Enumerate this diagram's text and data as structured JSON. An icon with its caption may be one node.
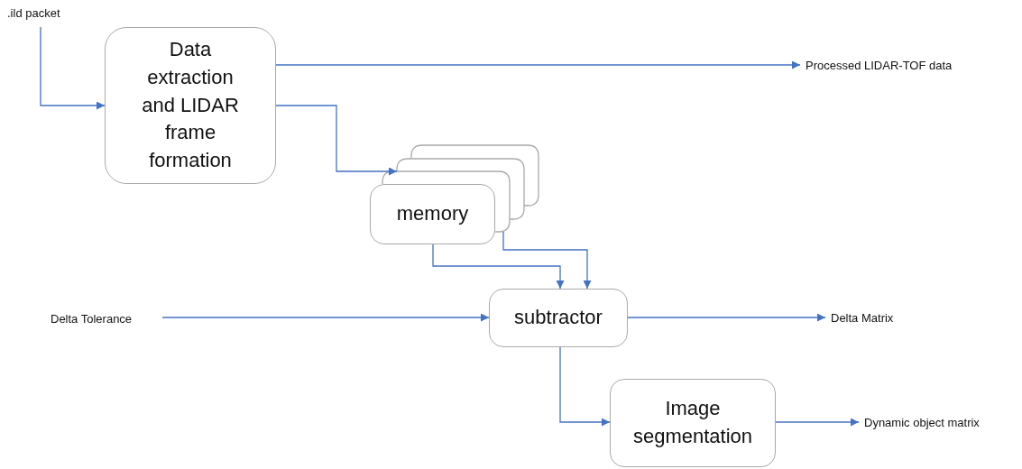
{
  "diagram": {
    "nodes": [
      {
        "text": [
          ".ild packet"
        ]
      },
      {
        "text": [
          "Data extraction and LIDAR frame formation"
        ]
      },
      {
        "text": [
          "Processed LIDAR-TOF data"
        ]
      },
      {
        "text": [],
        "shape": "box"
      },
      {
        "text": [],
        "shape": "box"
      },
      {
        "text": [],
        "shape": "box"
      },
      {
        "text": [
          "memory"
        ]
      },
      {
        "text": [
          "Delta Tolerance"
        ]
      },
      {
        "text": [
          "subtractor"
        ]
      },
      {
        "text": [
          "Delta Matrix"
        ]
      },
      {
        "text": [
          "Image segmentation"
        ]
      },
      {
        "text": [
          "Dynamic object matrix"
        ]
      }
    ],
    "edges": [
      {
        "from": 0,
        "to": 1,
        "arrow": "to"
      },
      {
        "from": 1,
        "to": 2,
        "arrow": "to"
      },
      {
        "from": 1,
        "to": 4,
        "arrow": "to"
      },
      {
        "from": 6,
        "to": 8,
        "arrow": "to"
      },
      {
        "from": 5,
        "to": 8,
        "arrow": "to"
      },
      {
        "from": 7,
        "to": 8,
        "arrow": "to"
      },
      {
        "from": 8,
        "to": 9,
        "arrow": "to"
      },
      {
        "from": 8,
        "to": 10,
        "arrow": "to"
      },
      {
        "from": 10,
        "to": 11,
        "arrow": "to"
      }
    ]
  }
}
